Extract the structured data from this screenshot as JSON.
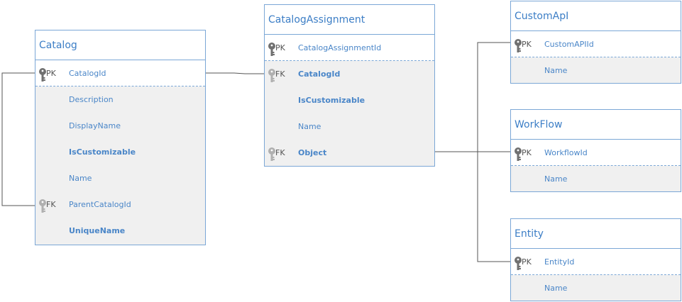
{
  "colors": {
    "title": "#3c7ec6",
    "field": "#4a86c8",
    "border": "#7ba7d6",
    "line": "#555555",
    "pk_key": "#707070",
    "fk_key": "#b0b0b0"
  },
  "tables": {
    "catalog": {
      "title": "Catalog",
      "fields": [
        {
          "key": "PK",
          "name": "CatalogId",
          "bold": false,
          "icon": "primary-key-icon"
        },
        {
          "key": "",
          "name": "Description",
          "bold": false
        },
        {
          "key": "",
          "name": "DisplayName",
          "bold": false
        },
        {
          "key": "",
          "name": "IsCustomizable",
          "bold": true
        },
        {
          "key": "",
          "name": "Name",
          "bold": false
        },
        {
          "key": "FK",
          "name": "ParentCatalogId",
          "bold": false,
          "icon": "foreign-key-icon"
        },
        {
          "key": "",
          "name": "UniqueName",
          "bold": true
        }
      ]
    },
    "catalog_assignment": {
      "title": "CatalogAssignment",
      "fields": [
        {
          "key": "PK",
          "name": "CatalogAssignmentId",
          "bold": false,
          "icon": "primary-key-icon"
        },
        {
          "key": "FK",
          "name": "CatalogId",
          "bold": true,
          "icon": "foreign-key-icon"
        },
        {
          "key": "",
          "name": "IsCustomizable",
          "bold": true
        },
        {
          "key": "",
          "name": "Name",
          "bold": false
        },
        {
          "key": "FK",
          "name": "Object",
          "bold": true,
          "icon": "foreign-key-icon"
        }
      ]
    },
    "custom_api": {
      "title": "CustomApI",
      "fields": [
        {
          "key": "PK",
          "name": "CustomAPIId",
          "bold": false,
          "icon": "primary-key-icon"
        },
        {
          "key": "",
          "name": "Name",
          "bold": false
        }
      ]
    },
    "workflow": {
      "title": "WorkFlow",
      "fields": [
        {
          "key": "PK",
          "name": "WorkflowId",
          "bold": false,
          "icon": "primary-key-icon"
        },
        {
          "key": "",
          "name": "Name",
          "bold": false
        }
      ]
    },
    "entity": {
      "title": "Entity",
      "fields": [
        {
          "key": "PK",
          "name": "EntityId",
          "bold": false,
          "icon": "primary-key-icon"
        },
        {
          "key": "",
          "name": "Name",
          "bold": false
        }
      ]
    }
  }
}
